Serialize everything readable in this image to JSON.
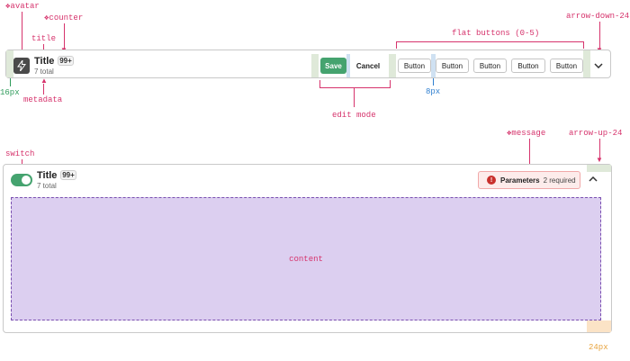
{
  "annotations": {
    "avatar": "❖avatar",
    "counter": "❖counter",
    "title": "title",
    "metadata": "metadata",
    "flat_buttons": "flat buttons (0-5)",
    "arrow_down": "arrow-down-24",
    "edit_mode": "edit mode",
    "padding_16": "16px",
    "gap_8": "8px",
    "switch": "switch",
    "message": "❖message",
    "arrow_up": "arrow-up-24",
    "content": "content",
    "size_24": "24px"
  },
  "header_bar": {
    "title": "Title",
    "counter": "99+",
    "metadata": "7 total",
    "save_label": "Save",
    "cancel_label": "Cancel",
    "buttons": [
      "Button",
      "Button",
      "Button",
      "Button",
      "Button"
    ],
    "avatar_icon": "bolt-icon",
    "arrow_icon": "chevron-down-icon"
  },
  "panel": {
    "title": "Title",
    "counter": "99+",
    "metadata": "7 total",
    "message_label": "Parameters",
    "message_detail": "2 required",
    "arrow_icon": "chevron-up-icon",
    "switch_on": true
  },
  "colors": {
    "annotation": "#d6336c",
    "spacing_8": "#2f7fd0",
    "spacing_16": "#2e9b5a",
    "spacing_24": "#e8a33d",
    "save_button": "#45a36f",
    "content_fill": "#dccff0",
    "content_border": "#7a4fb0",
    "message_bg": "#fdeceb",
    "message_icon": "#c9302c"
  }
}
